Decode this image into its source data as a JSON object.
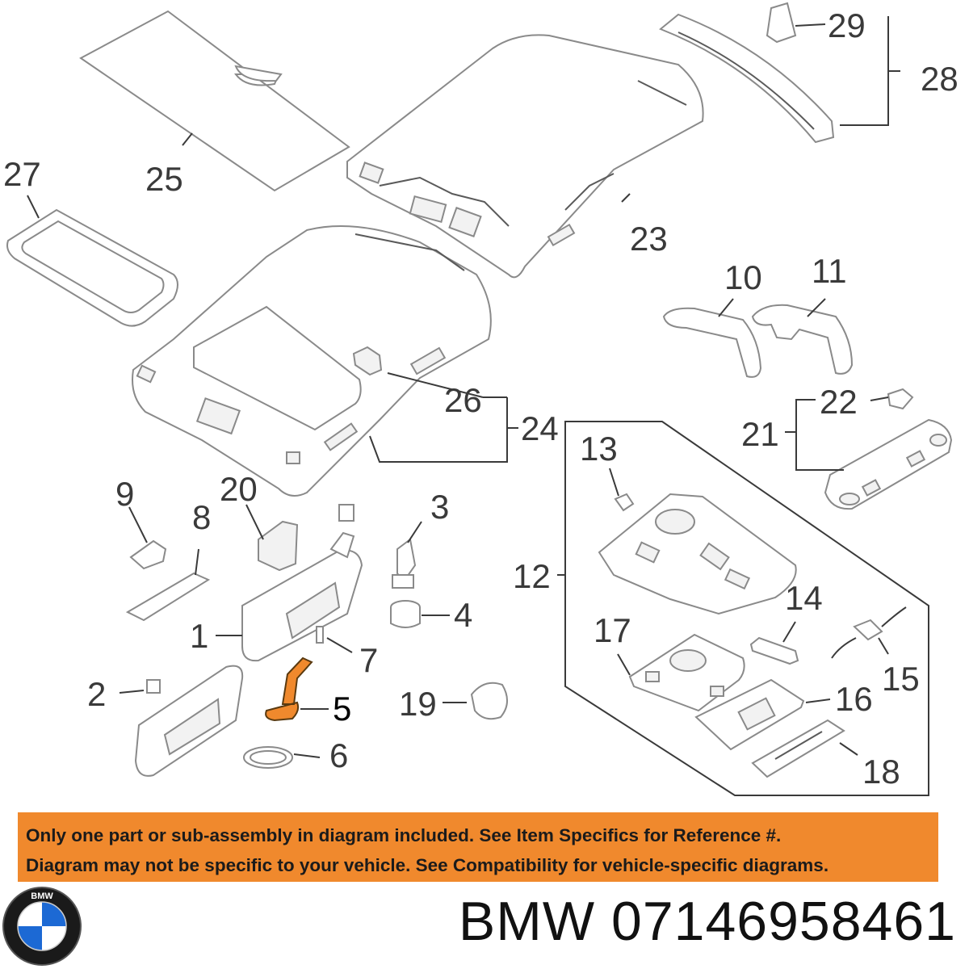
{
  "callouts": {
    "c1": "1",
    "c2": "2",
    "c3": "3",
    "c4": "4",
    "c5": "5",
    "c6": "6",
    "c7": "7",
    "c8": "8",
    "c9": "9",
    "c10": "10",
    "c11": "11",
    "c12": "12",
    "c13": "13",
    "c14": "14",
    "c15": "15",
    "c16": "16",
    "c17": "17",
    "c18": "18",
    "c19": "19",
    "c20": "20",
    "c21": "21",
    "c22": "22",
    "c23": "23",
    "c24": "24",
    "c25": "25",
    "c26": "26",
    "c27": "27",
    "c28": "28",
    "c29": "29"
  },
  "notice": {
    "line1": "Only one part or sub-assembly in diagram included. See Item Specifics for Reference #.",
    "line2": "Diagram may not be specific to your vehicle. See Compatibility for vehicle-specific diagrams.",
    "background": "#f0892d"
  },
  "brand": {
    "logo_text": "BMW",
    "title": "BMW 07146958461",
    "logo_blue": "#1c69d4"
  },
  "highlight": {
    "part_number": "5",
    "color": "#f0892d"
  }
}
